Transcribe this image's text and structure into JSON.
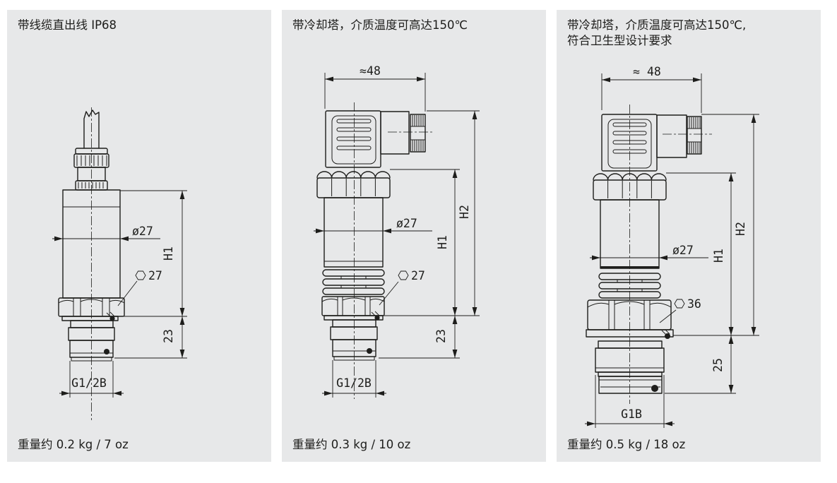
{
  "colors": {
    "panel_bg": "#e7e8e9",
    "text": "#1d1d1b",
    "line": "#1d1d1b"
  },
  "panels": [
    {
      "title": "带线缆直出线 IP68",
      "weight": "重量约 0.2 kg / 7 oz",
      "dims": {
        "diameter": "ø27",
        "h1": "H1",
        "hex_af": "27",
        "thread_len": "23",
        "thread": "G1/2B"
      }
    },
    {
      "title": "带冷却塔，介质温度可高达150℃",
      "weight": "重量约 0.3 kg / 10 oz",
      "dims": {
        "width": "≈48",
        "diameter": "ø27",
        "h1": "H1",
        "h2": "H2",
        "hex_af": "27",
        "thread_len": "23",
        "thread": "G1/2B"
      }
    },
    {
      "title": "带冷却塔，介质温度可高达150℃,",
      "title_line2": "符合卫生型设计要求",
      "weight": "重量约 0.5 kg / 18 oz",
      "dims": {
        "width": "≈ 48",
        "diameter": "ø27",
        "h1": "H1",
        "h2": "H2",
        "hex_af": "36",
        "thread_len": "25",
        "thread": "G1B"
      }
    }
  ]
}
